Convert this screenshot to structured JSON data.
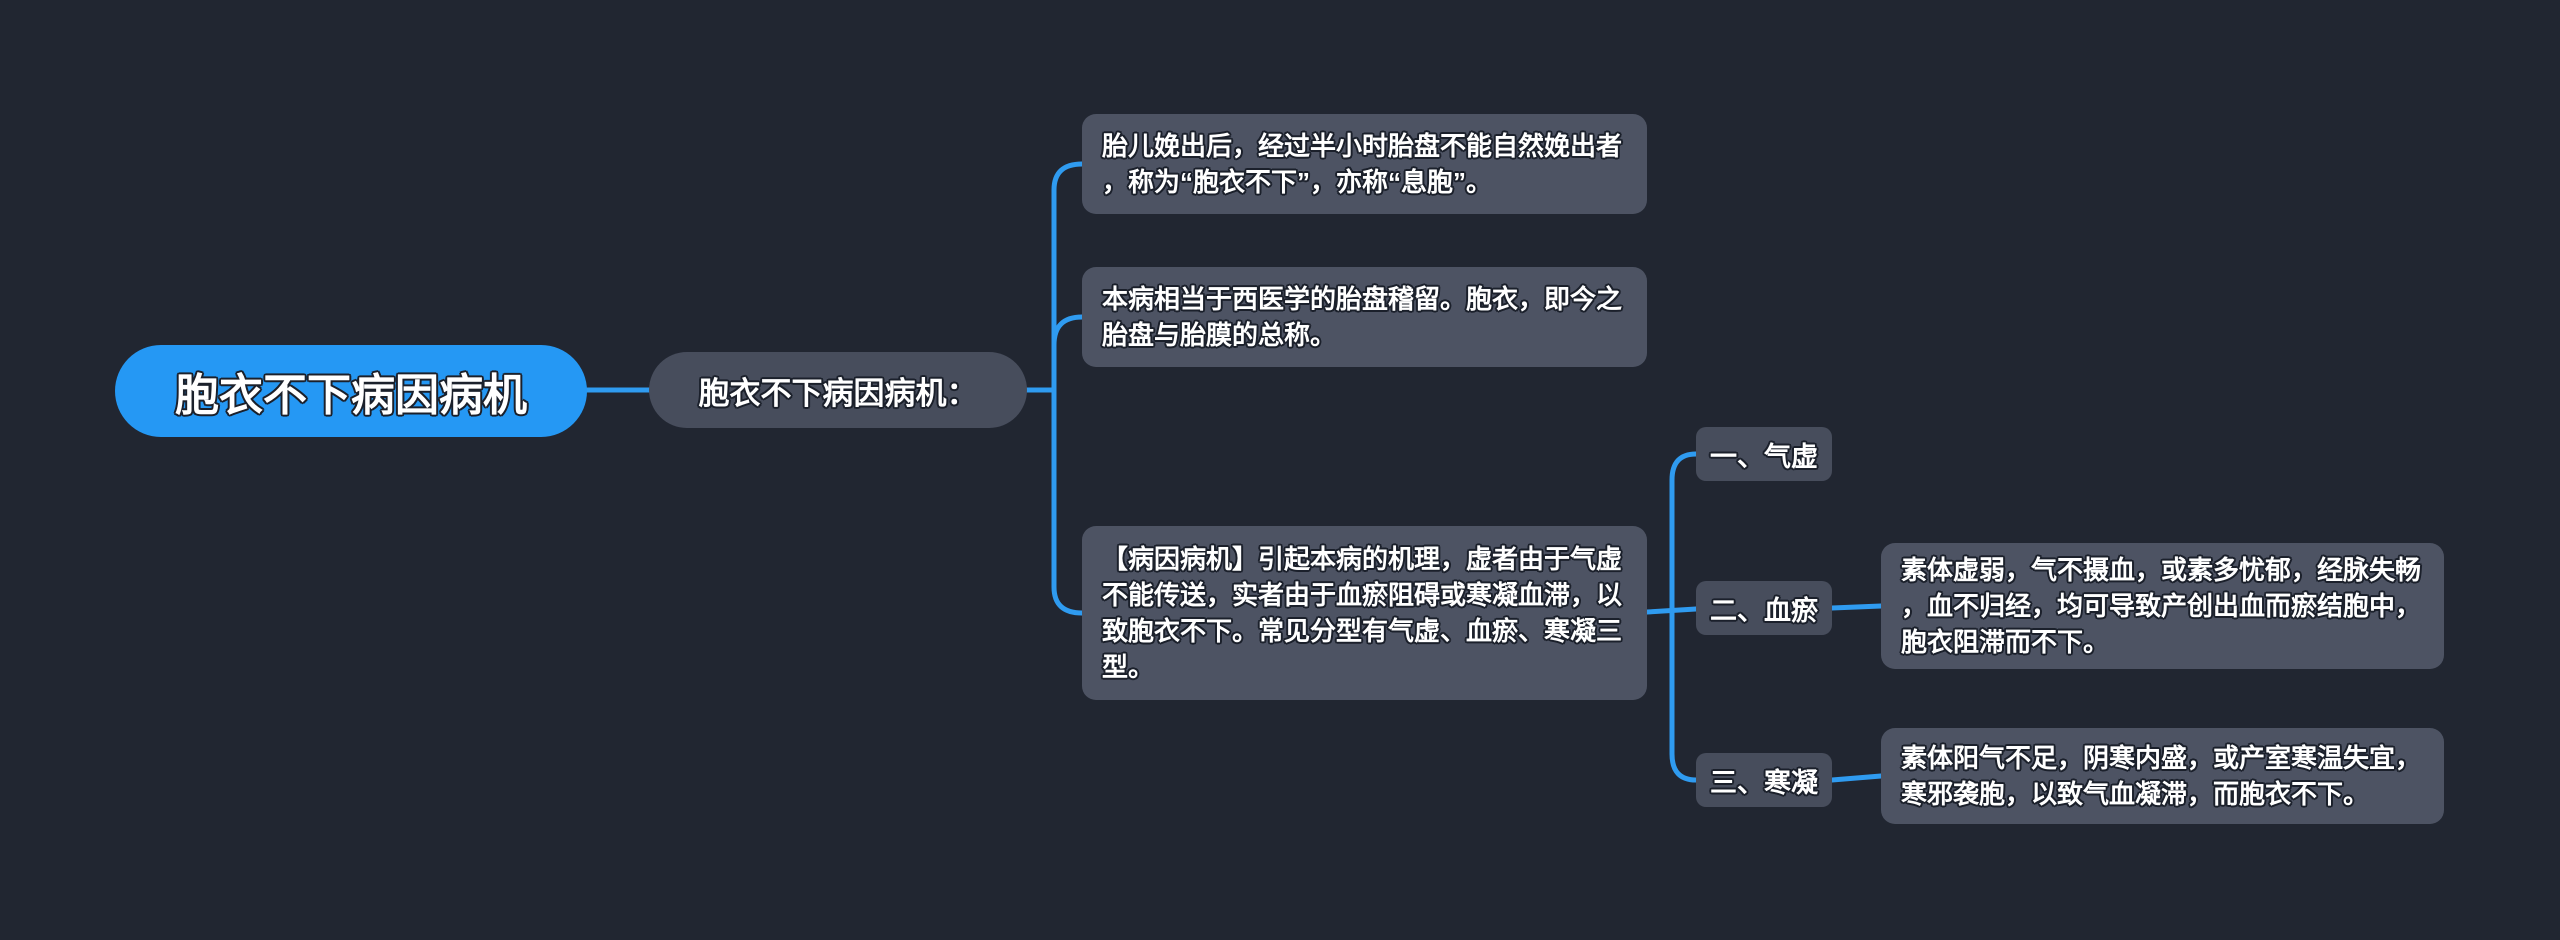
{
  "colors": {
    "background": "#212631",
    "root_bg": "#2598f4",
    "node_bg": "#474d5c",
    "box_bg": "#4d5363",
    "connector": "#2f9bf0",
    "text": "#ffffff"
  },
  "mindmap": {
    "root": {
      "label": "胞衣不下病因病机"
    },
    "topic": {
      "label": "胞衣不下病因病机："
    },
    "branches": [
      {
        "text": "胎儿娩出后，经过半小时胎盘不能自然娩出者，称为“胞衣不下”，亦称“息胞”。"
      },
      {
        "text": "本病相当于西医学的胎盘稽留。胞衣，即今之胎盘与胎膜的总称。"
      },
      {
        "text": "【病因病机】引起本病的机理，虚者由于气虚不能传送，实者由于血瘀阻碍或寒凝血滞，以致胞衣不下。常见分型有气虚、血瘀、寒凝三型。"
      }
    ],
    "types": [
      {
        "label": "一、气虚"
      },
      {
        "label": "二、血瘀",
        "detail": "素体虚弱，气不摄血，或素多忧郁，经脉失畅，血不归经，均可导致产创出血而瘀结胞中，胞衣阻滞而不下。"
      },
      {
        "label": "三、寒凝",
        "detail": "素体阳气不足，阴寒内盛，或产室寒温失宜，寒邪袭胞，以致气血凝滞，而胞衣不下。"
      }
    ]
  }
}
